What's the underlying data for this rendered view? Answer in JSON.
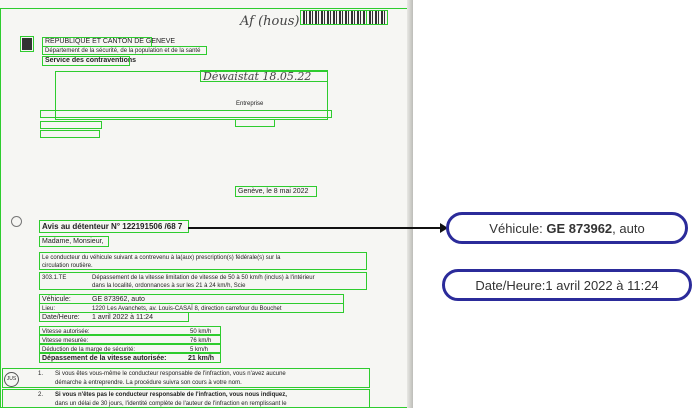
{
  "document": {
    "header": {
      "line1": "REPUBLIQUE ET CANTON DE GENEVE",
      "line2": "Département de la sécurité, de la population et de la santé",
      "service": "Service des contraventions"
    },
    "handwriting_top": "Af (hous)",
    "stamp_text": "Déwaistat 18.05.22",
    "enterprise_label": "Entreprise",
    "address_lines": [
      "",
      "",
      ""
    ],
    "date_line": "Genève, le 8 mai 2022",
    "notice_title": "Avis au détenteur N° 122191506 /68 7",
    "salutation": "Madame, Monsieur,",
    "intro_text": [
      "Le conducteur du véhicule suivant a contrevenu à la(aux) prescription(s) fédérale(s) sur la",
      "circulation routière."
    ],
    "infraction_code": "303.1.TE",
    "infraction_text": [
      "Dépassement de la vitesse limitation de vitesse de 50 à 50 km/h (inclus) à l'intérieur",
      "dans la localité, ordonnances à sur les 21 à 24 km/h, Scie"
    ],
    "vehicle_label": "Véhicule:",
    "vehicle_value": "GE 873962, auto",
    "place_label": "Lieu:",
    "place_value": "1220 Les Avanchets, av. Louis-CASAÏ 8, direction carrefour du Bouchet",
    "datetime_label": "Date/Heure:",
    "datetime_value": "1 avril 2022 à 11:24",
    "speed_rows": [
      {
        "label": "Vitesse autorisée:",
        "value": "50 km/h"
      },
      {
        "label": "Vitesse mesurée:",
        "value": "76 km/h"
      },
      {
        "label": "Déduction de la marge de sécurité:",
        "value": "5 km/h"
      }
    ],
    "excess_label": "Dépassement de la vitesse autorisée:",
    "excess_value": "21 km/h",
    "item1": [
      "Si vous êtes vous-même le conducteur responsable de l'infraction, vous n'avez aucune",
      "démarche à entreprendre. La procédure suivra son cours à votre nom."
    ],
    "item2": [
      "Si vous n'êtes pas le conducteur responsable de l'infraction, vous nous indiquez,",
      "dans un délai de 30 jours, l'identité complète de l'auteur de l'infraction en remplissant le"
    ],
    "item1_number": "1.",
    "item2_number": "2.",
    "stamp_small": "JUS"
  },
  "callouts": {
    "vehicle": {
      "label": "Véhicule: ",
      "plate": "GE 873962",
      "suffix": ", auto"
    },
    "datetime": {
      "text": "Date/Heure:1 avril 2022 à 11:24"
    }
  },
  "colors": {
    "annotation_box": "#2ecc2e",
    "callout_border": "#2b2b9a"
  }
}
